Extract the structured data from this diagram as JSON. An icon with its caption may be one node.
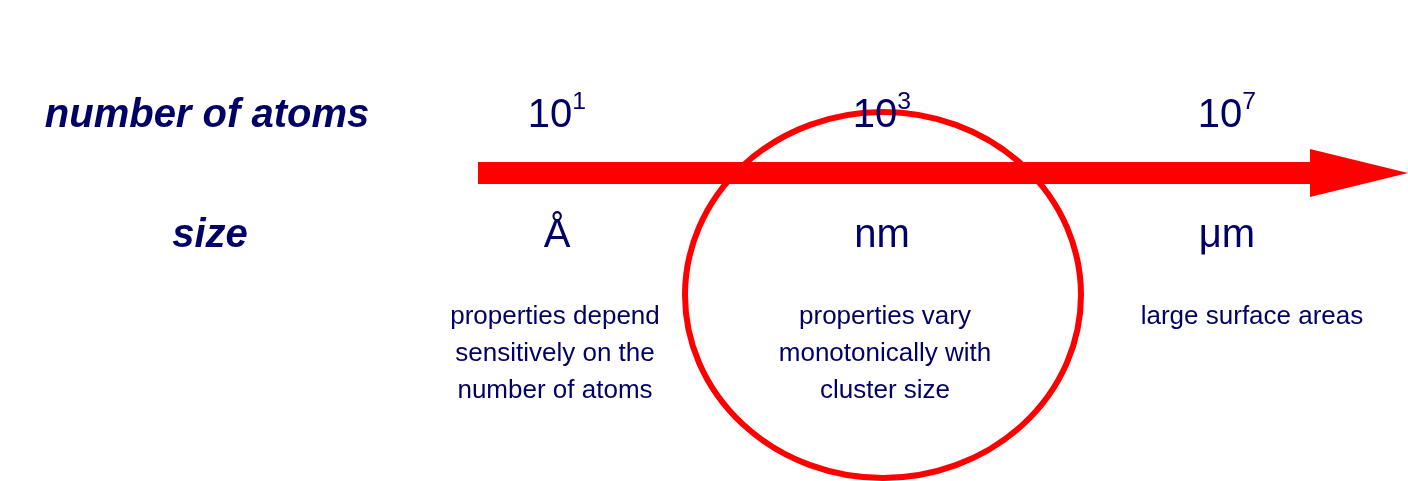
{
  "diagram": {
    "labels": [
      "number of atoms",
      "10$^{1}$",
      "10$^{3}$",
      "10$^{7}$",
      "size",
      "Å",
      "nm",
      "μm",
      "properties depend sensitively on the number of atoms",
      "properties vary monotonically with cluster size",
      "large surface areas"
    ]
  }
}
